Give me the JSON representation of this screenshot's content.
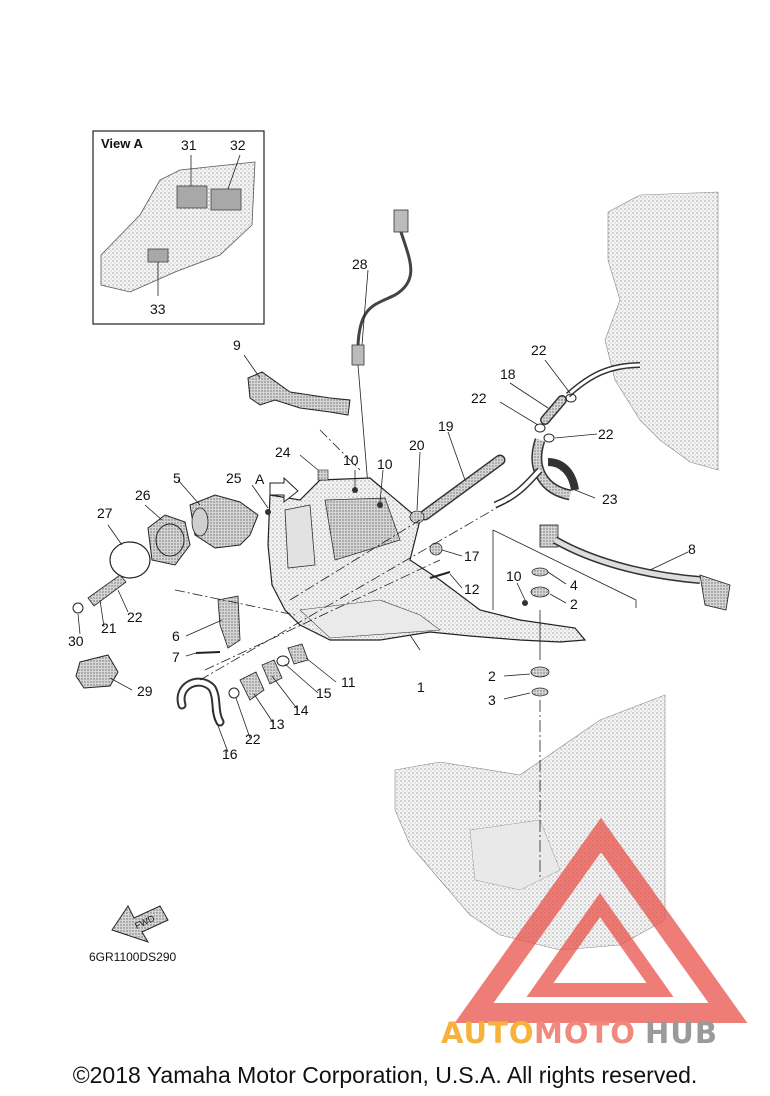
{
  "view_box": {
    "title": "View A",
    "labels": [
      "31",
      "32",
      "33"
    ]
  },
  "callouts": {
    "c1": "1",
    "c2a": "2",
    "c2b": "2",
    "c3": "3",
    "c4": "4",
    "c5": "5",
    "c6": "6",
    "c7": "7",
    "c8": "8",
    "c9": "9",
    "c10a": "10",
    "c10b": "10",
    "c10c": "10",
    "c11": "11",
    "c12": "12",
    "c13": "13",
    "c14": "14",
    "c15": "15",
    "c16": "16",
    "c17": "17",
    "c18": "18",
    "c19": "19",
    "c20": "20",
    "c21": "21",
    "c22a": "22",
    "c22b": "22",
    "c22c": "22",
    "c22d": "22",
    "c22e": "22",
    "c23": "23",
    "c24": "24",
    "c25": "25",
    "c26": "26",
    "c27": "27",
    "c28": "28",
    "c29": "29",
    "c30": "30",
    "cA": "A"
  },
  "fwd_label": "FWD",
  "drawing_code": "6GR1100DS290",
  "watermark": {
    "part1": "AUTO",
    "part2": "MOTO",
    "part3": "HUB"
  },
  "copyright": "©2018 Yamaha Motor Corporation, U.S.A. All rights reserved.",
  "colors": {
    "watermark_red": "#e8524a",
    "watermark_yellow": "#f7b23b",
    "watermark_gray": "#9a9a9a",
    "line": "#222222"
  }
}
